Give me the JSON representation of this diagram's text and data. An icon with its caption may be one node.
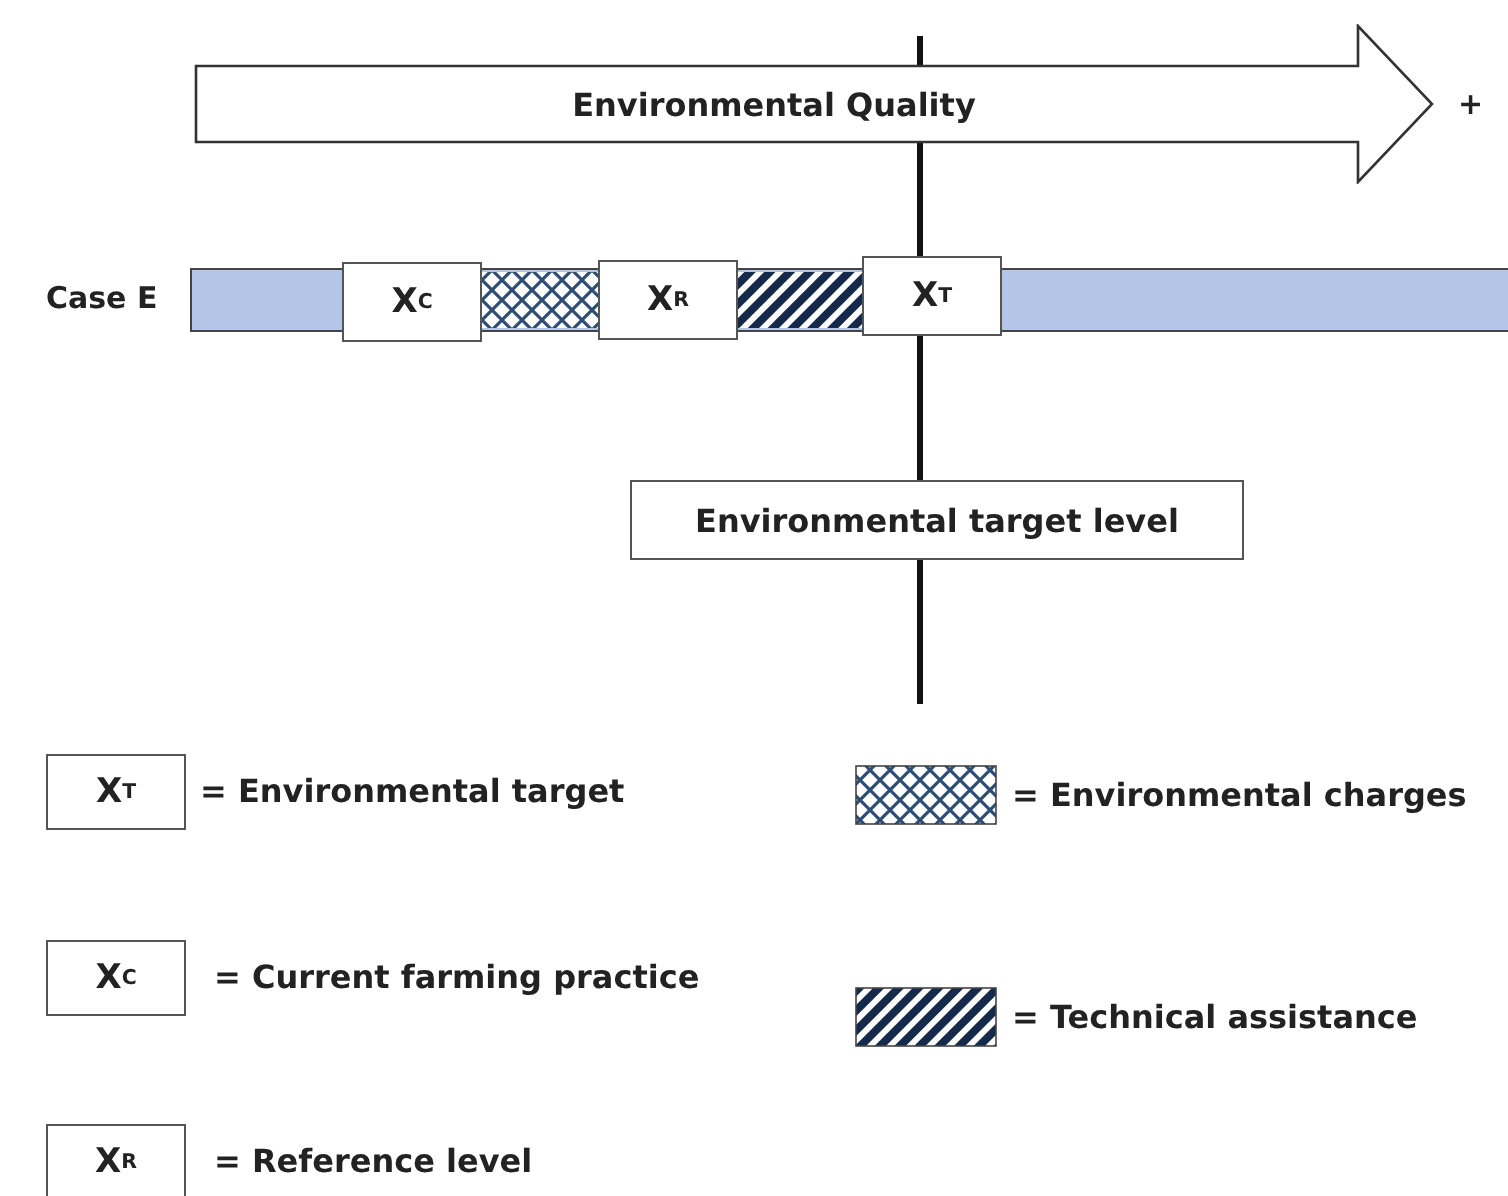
{
  "diagram": {
    "nodes": [
      {
        "text": [
          "Environmental Quality"
        ],
        "beside": [
          "+"
        ]
      },
      {
        "text": [
          "Case E"
        ]
      },
      {
        "text": [
          "X$^{C}$"
        ],
        "in": 1
      },
      {
        "text": [
          "X$^{R}$"
        ],
        "in": 1
      },
      {
        "text": [
          "X$^{T}$"
        ],
        "in": 1
      },
      {
        "text": [
          "Environmental target level"
        ]
      },
      {
        "text": [
          "X$^{T}$"
        ],
        "beside": [
          "= Environmental target"
        ]
      },
      {
        "text": [
          "X$^{C}$"
        ],
        "beside": [
          "= Current farming practice"
        ]
      },
      {
        "text": [
          "X$^{R}$"
        ],
        "beside": [
          "= Reference level"
        ]
      }
    ],
    "edges": [],
    "legend": [
      {
        "text": "= Environmental charges"
      },
      {
        "text": "= Technical assistance"
      }
    ]
  }
}
